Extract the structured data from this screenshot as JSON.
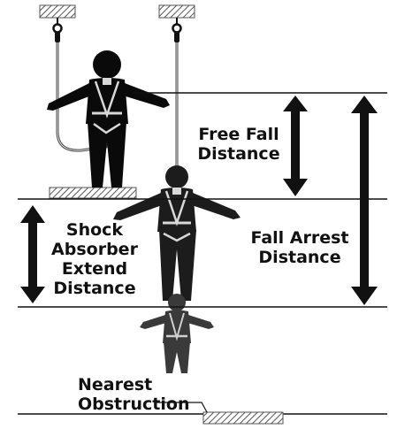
{
  "labels": {
    "free_fall_line1": "Free Fall",
    "free_fall_line2": "Distance",
    "shock_line1": "Shock",
    "shock_line2": "Absorber",
    "shock_line3": "Extend",
    "shock_line4": "Distance",
    "arrest_line1": "Fall Arrest",
    "arrest_line2": "Distance",
    "obstruction_line1": "Nearest",
    "obstruction_line2": "Obstruction"
  },
  "colors": {
    "ink": "#111111",
    "hatch": "#666666",
    "figure_dark": "#0a0a0a",
    "figure_mid": "#1c1c1c",
    "figure_light": "#3a3a3a",
    "harness": "#d8d8d8"
  },
  "icons": {
    "anchor": "ceiling-anchor-icon",
    "lanyard": "lanyard-line-icon",
    "worker": "harnessed-worker-icon",
    "arrow": "double-arrow-icon"
  }
}
